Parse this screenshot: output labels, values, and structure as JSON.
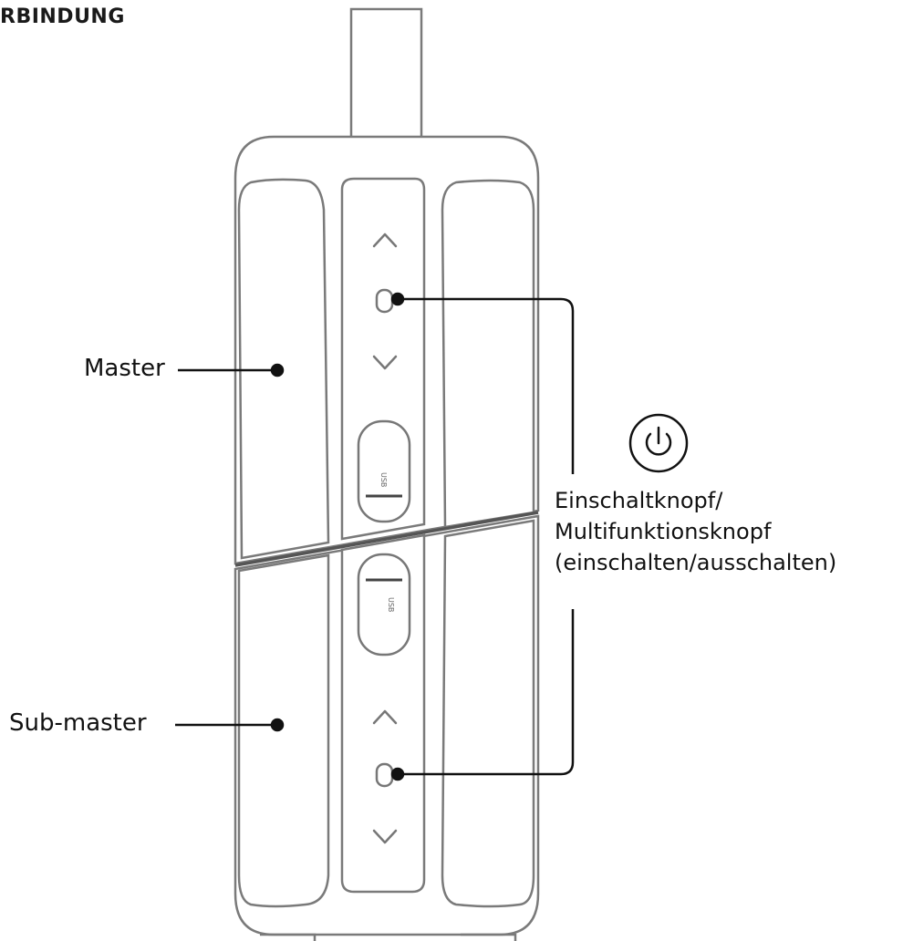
{
  "heading": "RBINDUNG",
  "labels": {
    "master": "Master",
    "sub_master": "Sub-master",
    "button_line1": "Einschaltknopf/",
    "button_line2": "Multifunktionsknopf",
    "button_line3": "(einschalten/ausschalten)"
  },
  "port_label": "USB",
  "icons": {
    "power": "power-icon",
    "volume_up": "chevron-up-icon",
    "volume_down": "chevron-down-icon"
  },
  "colors": {
    "outline": "#7a7a7a",
    "divider": "#555555",
    "callout": "#111111"
  }
}
